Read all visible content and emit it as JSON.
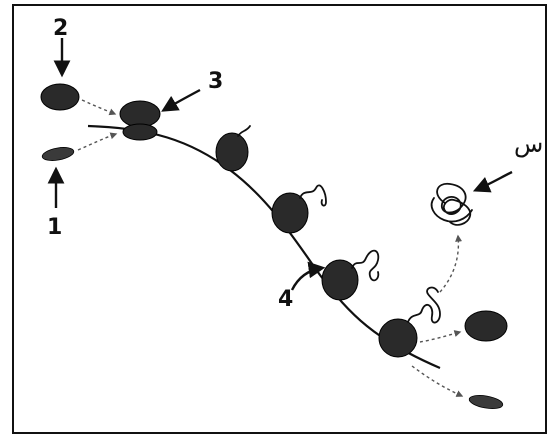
{
  "labels": {
    "l1": "1",
    "l2": "2",
    "l3": "3",
    "l4": "4",
    "ls": "س"
  },
  "colors": {
    "ribosome": "#2a2a2a",
    "line": "#111111",
    "dashed_path": "#555555"
  }
}
